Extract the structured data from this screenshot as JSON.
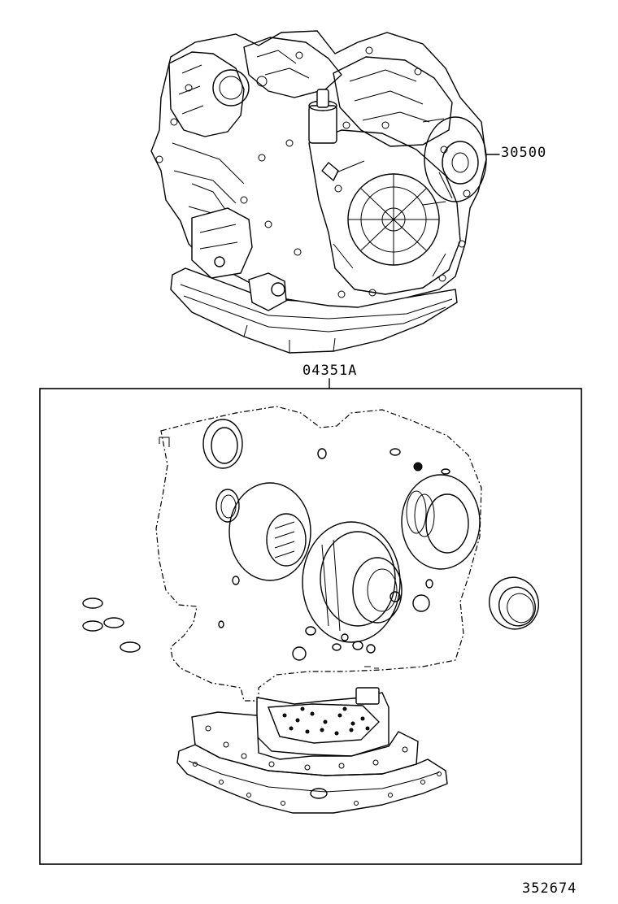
{
  "diagram": {
    "callouts": {
      "transaxle_assembly": "30500",
      "overhaul_gasket_kit": "04351A"
    },
    "figure_number": "352674"
  }
}
